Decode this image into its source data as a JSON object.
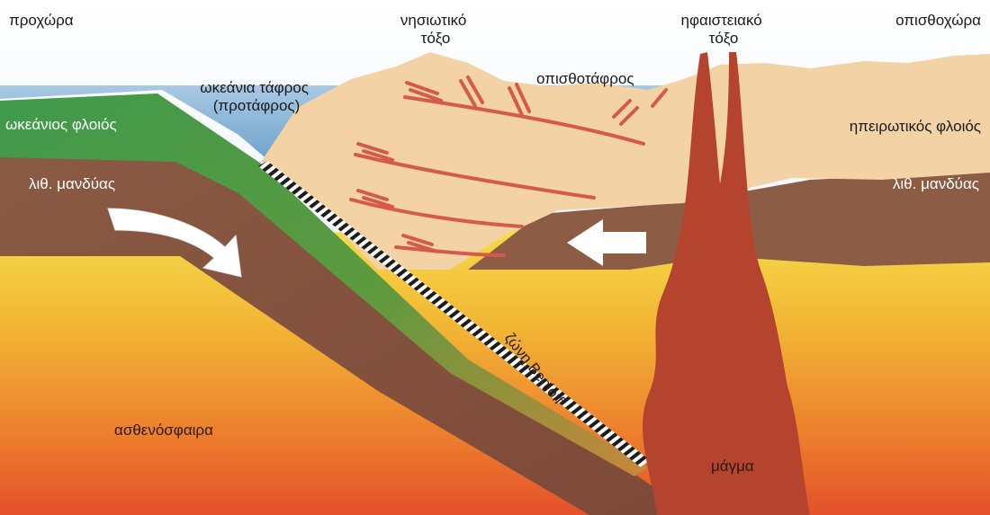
{
  "labels": {
    "forearc": "προχώρα",
    "island_arc_1": "νησιωτικό",
    "island_arc_2": "τόξο",
    "volcanic_arc_1": "ηφαιστειακό",
    "volcanic_arc_2": "τόξο",
    "backarc": "οπισθοχώρα",
    "oceanic_trench_1": "ωκεάνια τάφρος",
    "oceanic_trench_2": "(προτάφρος)",
    "backarc_trench": "οπισθοτάφρος",
    "oceanic_crust": "ωκεάνιος φλοιός",
    "continental_crust": "ηπειρωτικός φλοιός",
    "lith_mantle_left": "λιθ. μανδύας",
    "lith_mantle_right": "λιθ. μανδύας",
    "benioff_zone": "ζώνη Benioff",
    "asthenosphere": "ασθενόσφαιρα",
    "magma": "μάγμα"
  },
  "colors": {
    "sky": "#eef3f8",
    "ocean": "#8fb8d8",
    "oceanic_crust": "#3f9a4c",
    "lithospheric_mantle": "#8a5a44",
    "continental_crust": "#f3d2a6",
    "asthenosphere_top": "#f2c23a",
    "asthenosphere_bottom": "#e85a28",
    "magma": "#b8452e",
    "faults": "#d4554a",
    "arrow": "#ffffff"
  },
  "icons": {
    "subduction_arrow": "curved-arrow-icon",
    "backarc_arrow": "left-arrow-icon"
  }
}
